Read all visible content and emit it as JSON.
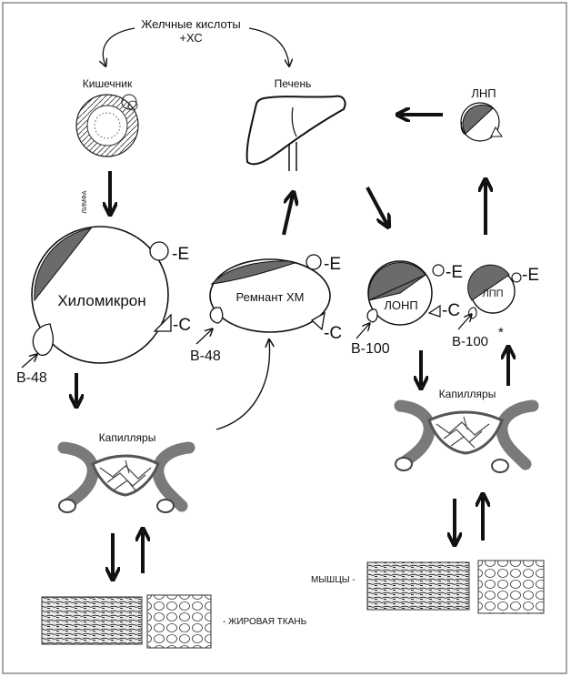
{
  "labels": {
    "bile_acids": "Желчные кислоты",
    "cholesterol": "+ХС",
    "intestine": "Кишечник",
    "liver": "Печень",
    "lymph": "ЛИМФА",
    "ldl": "ЛНП",
    "chylomicron": "Хиломикрон",
    "remnant": "Ремнант ХМ",
    "vldl": "ЛОНП",
    "idl": "ЛПП",
    "apo_e": "-E",
    "apo_c": "-C",
    "apo_c_remnant": "-C",
    "apo_c_vldl": "-C",
    "apo_e_remnant": "-E",
    "apo_e_vldl": "-E",
    "apo_e_idl": "-E",
    "b48_chylo": "B-48",
    "b48_remnant": "B-48",
    "b100_vldl": "B-100",
    "b100_idl": "B-100",
    "asterisk": "*",
    "capillaries_left": "Капилляры",
    "capillaries_right": "Капилляры",
    "muscles": "МЫШЦЫ -",
    "adipose": "- ЖИРОВАЯ ТКАНЬ"
  },
  "colors": {
    "shade": "#6b6b6b",
    "vessel": "#7a7a7a",
    "stroke": "#111111",
    "border": "#888888"
  }
}
